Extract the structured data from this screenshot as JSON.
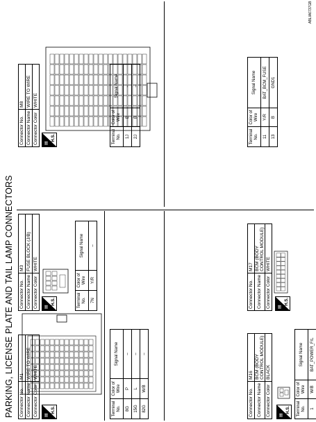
{
  "page": {
    "title": "PARKING, LICENSE PLATE AND TAIL LAMP CONNECTORS",
    "reference_code": "ABLIA6737GB"
  },
  "labels": {
    "connector_no": "Connector No.",
    "connector_name": "Connector Name",
    "connector_color": "Connector Color",
    "hs": "H.S.",
    "col_terminal": "Terminal No.",
    "col_color": "Color of Wire",
    "col_signal": "Signal Name"
  },
  "connectors": {
    "m1": {
      "no": "M1",
      "name": "WIRE TO WIRE",
      "color": "WHITE",
      "rows": [
        {
          "terminal": "8G",
          "wire": "P",
          "signal": "–"
        },
        {
          "terminal": "15G",
          "wire": "L",
          "signal": "–"
        },
        {
          "terminal": "82G",
          "wire": "W/B",
          "signal": "–"
        }
      ]
    },
    "m3": {
      "no": "M3",
      "name": "FUSE BLOCK (J/B)",
      "color": "WHITE",
      "rows": [
        {
          "terminal": "7N",
          "wire": "Y/R",
          "signal": "–"
        }
      ]
    },
    "m8": {
      "no": "M8",
      "name": "WIRE TO WIRE",
      "color": "WHITE",
      "rows": [
        {
          "terminal": "1J",
          "wire": "B",
          "signal": "–"
        },
        {
          "terminal": "2J",
          "wire": "B",
          "signal": "–"
        }
      ]
    },
    "m16": {
      "no": "M16",
      "name": "BCM (BODY CONTROL MODULE)",
      "color": "BLACK",
      "rows": [
        {
          "terminal": "1",
          "wire": "W/B",
          "signal": "BAT_POWER_F/L"
        }
      ]
    },
    "m17": {
      "no": "M17",
      "name": "BCM (BODY CONTROL MODULE)",
      "color": "WHITE",
      "rows": [
        {
          "terminal": "11",
          "wire": "Y/R",
          "signal": "BAT_BCM_FUSE"
        },
        {
          "terminal": "13",
          "wire": "B",
          "signal": "GND1"
        }
      ]
    }
  }
}
